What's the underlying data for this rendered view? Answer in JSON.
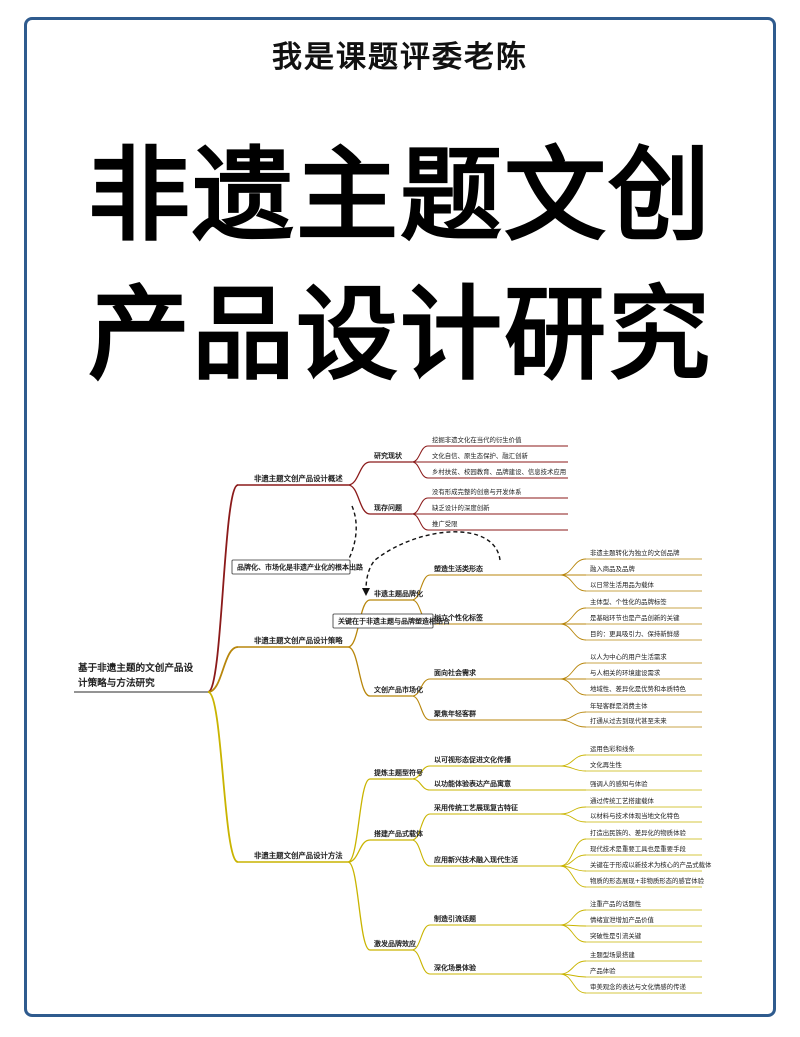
{
  "author": "我是课题评委老陈",
  "title_line1": "非遗主题文创",
  "title_line2": "产品设计研究",
  "colors": {
    "border": "#2f5b8e",
    "branch1": "#8b1a1a",
    "branch2": "#b8860b",
    "branch3": "#c9b400"
  },
  "mindmap": {
    "root": "基于非遗主题的文创产品设计策略与方法研究",
    "branches": [
      {
        "label": "非遗主题文创产品设计概述",
        "children": [
          {
            "label": "研究现状",
            "children": [
              "挖掘非遗文化在当代的衍生价值",
              "文化自信、原生态保护、融汇创新",
              "乡村扶贫、校园教育、品牌建设、信息技术应用"
            ]
          },
          {
            "label": "现存问题",
            "children": [
              "没有形成完整的创意与开发体系",
              "缺乏设计的深度创新",
              "推广受限"
            ]
          }
        ]
      },
      {
        "label": "非遗主题文创产品设计策略",
        "children": [
          {
            "label": "非遗主题品牌化",
            "children": [
              {
                "label": "塑造生活类形态",
                "children": [
                  "非遗主题转化为独立的文创品牌",
                  "融入商品及品牌",
                  "以日常生活用品为载体"
                ]
              },
              {
                "label": "树立个性化标签",
                "children": [
                  "主体型、个性化的品牌标签",
                  "是基础环节也是产品创新的关键",
                  "目的：更具吸引力、保持新鲜感"
                ]
              }
            ]
          },
          {
            "label": "文创产品市场化",
            "children": [
              {
                "label": "面向社会需求",
                "children": [
                  "以人为中心的用户生活需求",
                  "与人相关的环境建设需求",
                  "地域性、差异化是优势和本质特色"
                ]
              },
              {
                "label": "聚焦年轻客群",
                "children": [
                  "年轻客群是消费主体",
                  "打通从过去到现代甚至未来"
                ]
              }
            ]
          }
        ]
      },
      {
        "label": "非遗主题文创产品设计方法",
        "children": [
          {
            "label": "提炼主题型符号",
            "children": [
              {
                "label": "以可视形态促进文化传播",
                "children": [
                  "运用色彩和线条",
                  "文化再生性"
                ]
              },
              {
                "label": "以功能体验表达产品寓意",
                "children": [
                  "强调人的感知与体验"
                ]
              }
            ]
          },
          {
            "label": "搭建产品式载体",
            "children": [
              {
                "label": "采用传统工艺展现复古特征",
                "children": [
                  "通过传统工艺搭建载体",
                  "以材料与技术体现当地文化特色"
                ]
              },
              {
                "label": "应用新兴技术融入现代生活",
                "children": [
                  "打造出民族的、差异化的物质体验",
                  "现代技术是重要工具也是重要手段",
                  "关键在于形成以新技术为核心的产品式载体",
                  "物质的形态展现+非物质形态的感官体验"
                ]
              }
            ]
          },
          {
            "label": "激发品牌效应",
            "children": [
              {
                "label": "制造引流话题",
                "children": [
                  "注重产品的话题性",
                  "情绪宣泄增加产品价值",
                  "突破性是引流关键"
                ]
              },
              {
                "label": "深化场景体验",
                "children": [
                  "主题型场景搭建",
                  "产品体验",
                  "审美观念的表达与文化情感的传递"
                ]
              }
            ]
          }
        ]
      }
    ],
    "annotations": {
      "note1": "品牌化、市场化是非遗产业化的根本出路",
      "note2": "关键在于非遗主题与品牌塑造相结合"
    }
  }
}
